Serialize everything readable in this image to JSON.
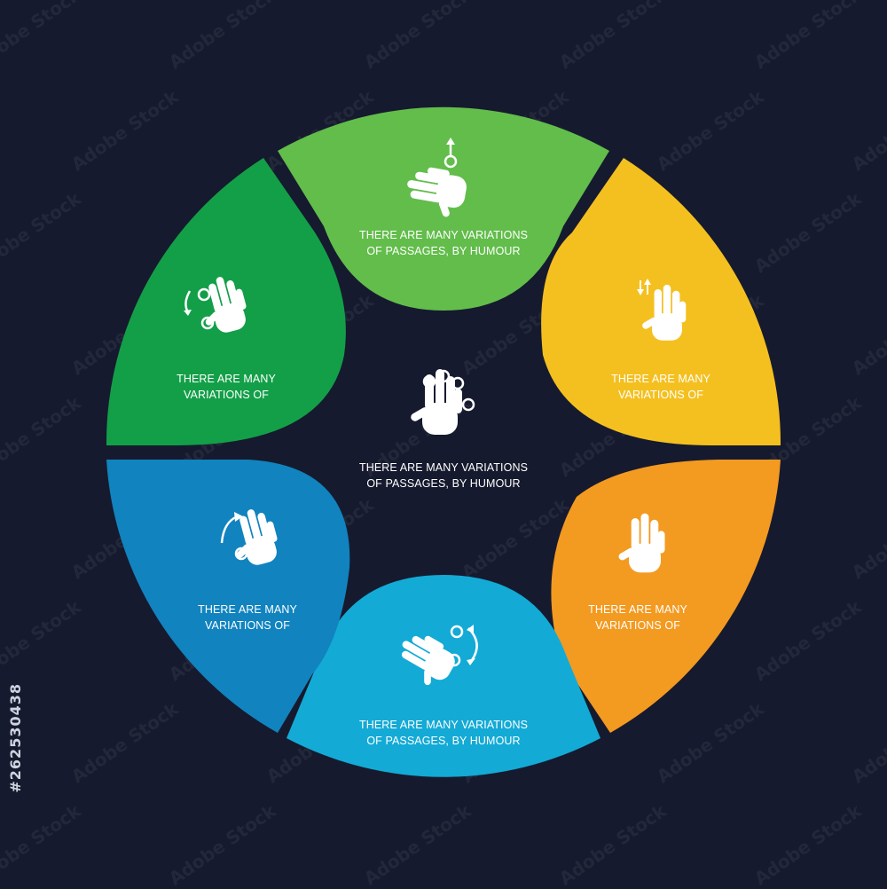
{
  "background": "#161a2e",
  "watermark": "Adobe Stock",
  "stock_id": "#262530438",
  "center": {
    "line1": "THERE ARE MANY VARIATIONS",
    "line2": "OF PASSAGES, BY HUMOUR",
    "icon": "four-finger-hand-icon"
  },
  "segments": [
    {
      "id": "top",
      "color": "#62bd4b",
      "line1": "THERE ARE MANY VARIATIONS",
      "line2": "OF PASSAGES, BY HUMOUR",
      "icon": "two-finger-swipe-up-icon"
    },
    {
      "id": "top-right",
      "color": "#f4c020",
      "line1": "THERE ARE MANY",
      "line2": "VARIATIONS OF",
      "icon": "two-finger-scroll-icon"
    },
    {
      "id": "bottom-right",
      "color": "#f39a21",
      "line1": "THERE ARE MANY",
      "line2": "VARIATIONS OF",
      "icon": "two-finger-hand-icon"
    },
    {
      "id": "bottom",
      "color": "#13aad6",
      "line1": "THERE ARE MANY VARIATIONS",
      "line2": "OF PASSAGES, BY HUMOUR",
      "icon": "two-finger-rotate-icon"
    },
    {
      "id": "bottom-left",
      "color": "#1183bf",
      "line1": "THERE ARE MANY",
      "line2": "VARIATIONS OF",
      "icon": "two-finger-rotate-left-icon"
    },
    {
      "id": "top-left",
      "color": "#139f48",
      "line1": "THERE ARE MANY",
      "line2": "VARIATIONS OF",
      "icon": "two-finger-rotate-down-icon"
    }
  ]
}
